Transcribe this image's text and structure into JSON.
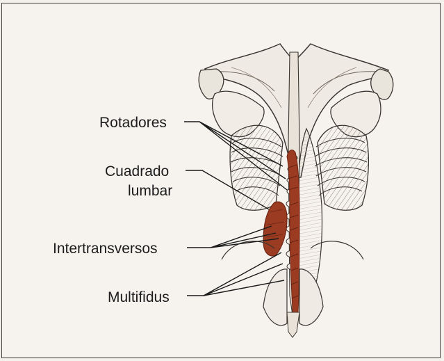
{
  "figure": {
    "labels": {
      "rotadores": "Rotadores",
      "cuadrado_line1": "Cuadrado",
      "cuadrado_line2": "lumbar",
      "intertransversos": "Intertransversos",
      "multifidus": "Multifidus"
    },
    "colors": {
      "background": "#f6f3ef",
      "bone": "#ede8df",
      "outline": "#3a3530",
      "muscle": "#9a3b22",
      "muscle_dark": "#6e2614",
      "leader": "#1a1a1a"
    }
  }
}
